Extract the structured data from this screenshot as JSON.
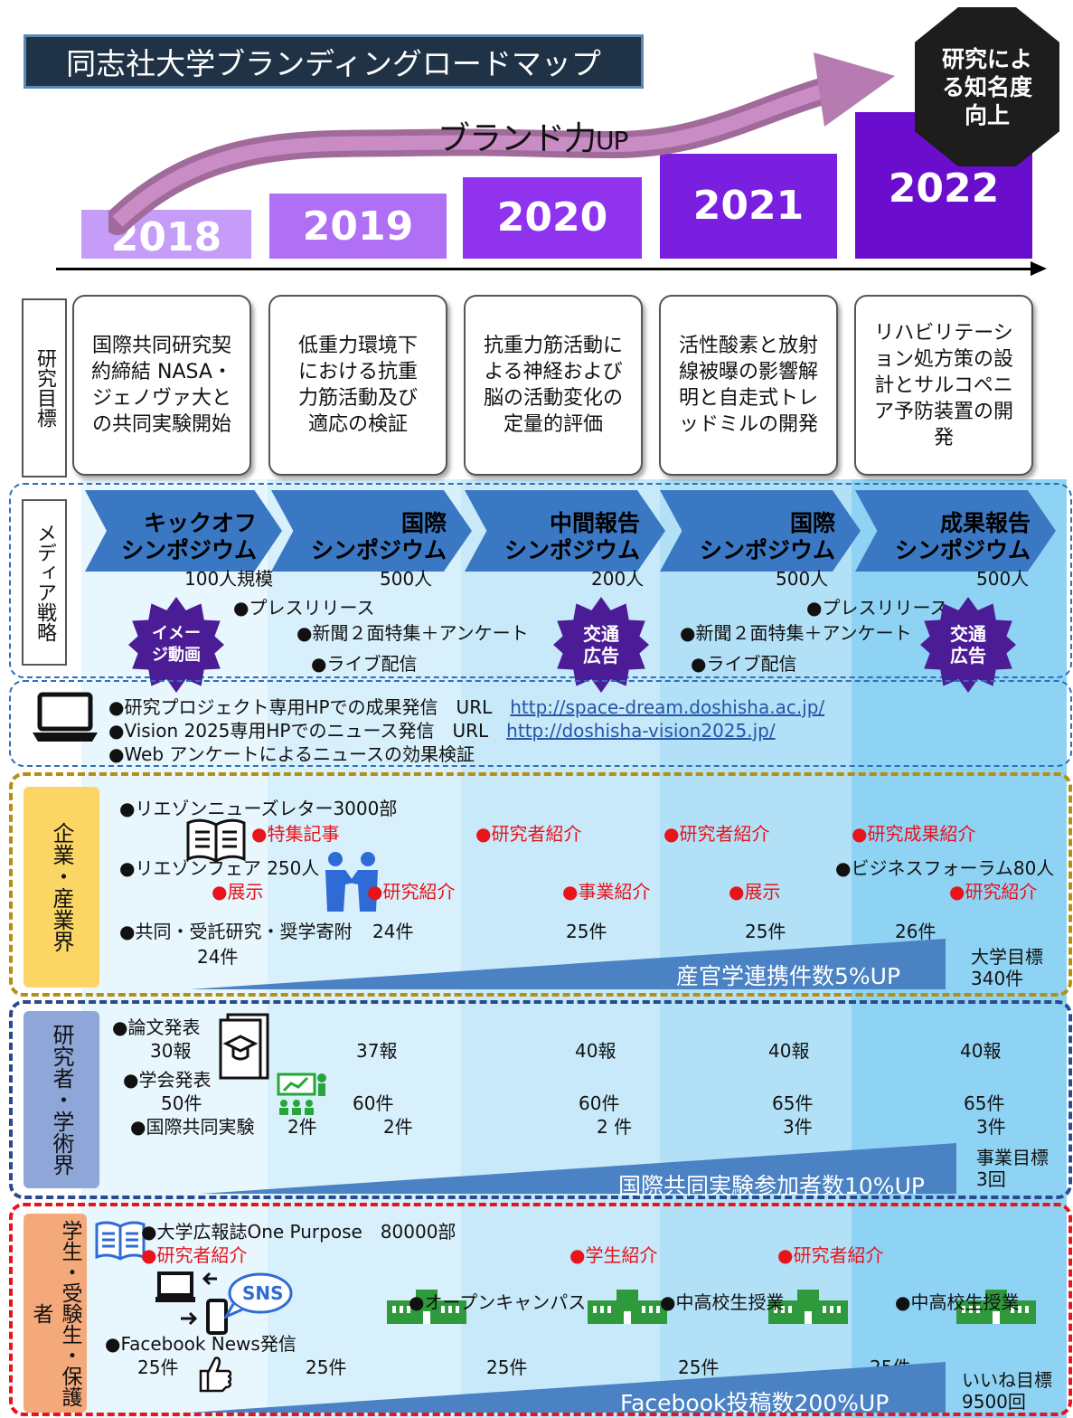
{
  "title": "同志社大学ブランディングロードマップ",
  "brand_up": {
    "main": "ブランド力",
    "suffix": "UP"
  },
  "goal_badge": "研究による知名度向上",
  "years": [
    "2018",
    "2019",
    "2020",
    "2021",
    "2022"
  ],
  "research_goal": {
    "label": "研究目標",
    "boxes": [
      "国際共同研究契約締結 NASA・ジェノヴァ大との共同実験開始",
      "低重力環境下における抗重力筋活動及び適応の検証",
      "抗重力筋活動による神経および脳の活動変化の定量的評価",
      "活性酸素と放射線被曝の影響解明と自走式トレッドミルの開発",
      "リハビリテーション処方策の設計とサルコペニア予防装置の開発"
    ]
  },
  "media": {
    "label": "メディア戦略",
    "chevrons": [
      {
        "line1": "キックオフ",
        "line2": "シンポジウム",
        "count": "100人規模"
      },
      {
        "line1": "国際",
        "line2": "シンポジウム",
        "count": "500人"
      },
      {
        "line1": "中間報告",
        "line2": "シンポジウム",
        "count": "200人"
      },
      {
        "line1": "国際",
        "line2": "シンポジウム",
        "count": "500人"
      },
      {
        "line1": "成果報告",
        "line2": "シンポジウム",
        "count": "500人"
      }
    ],
    "items": {
      "press1": "●プレスリリース",
      "news1": "●新聞２面特集＋アンケート",
      "live1": "●ライブ配信",
      "press2": "●プレスリリース",
      "news2": "●新聞２面特集＋アンケート",
      "live2": "●ライブ配信"
    },
    "stars": {
      "image_video": "イメージ動画",
      "traffic_ad1": "交通広告",
      "traffic_ad2": "交通広告"
    }
  },
  "web": {
    "line1_text": "●研究プロジェクト専用HPでの成果発信　URL",
    "line1_url": "http://space-dream.doshisha.ac.jp/",
    "line2_text": "●Vision 2025専用HPでのニュース発信　URL",
    "line2_url": "http://doshisha-vision2025.jp/",
    "line3_text": "●Web アンケートによるニュースの効果検証"
  },
  "industry": {
    "label": "企業・産業界",
    "newsletter": "●リエゾンニューズレター3000部",
    "fair": "●リエゾンフェア 250人",
    "forum": "●ビジネスフォーラム80人",
    "red": [
      "●特集記事",
      "●研究者紹介",
      "●研究者紹介",
      "●研究成果紹介",
      "●展示",
      "●研究紹介",
      "●事業紹介",
      "●展示",
      "●研究紹介"
    ],
    "joint_label": "●共同・受託研究・奨学寄附",
    "joint_counts": [
      "24件",
      "24件",
      "25件",
      "25件",
      "26件"
    ],
    "wedge": "産官学連携件数5%UP",
    "target": "大学目標 340件"
  },
  "researchers": {
    "label": "研究者・学術界",
    "papers_label": "●論文発表",
    "papers": [
      "30報",
      "37報",
      "40報",
      "40報",
      "40報"
    ],
    "conf_label": "●学会発表",
    "conf": [
      "50件",
      "60件",
      "60件",
      "65件",
      "65件"
    ],
    "intl_label": "●国際共同実験",
    "intl": [
      "2件",
      "2件",
      "2 件",
      "3件",
      "3件"
    ],
    "wedge": "国際共同実験参加者数10%UP",
    "target": "事業目標 3回"
  },
  "students": {
    "label": "学生・受験生・保護者",
    "magazine": "●大学広報誌One Purpose　80000部",
    "red": [
      "●研究者紹介",
      "●学生紹介",
      "●研究者紹介"
    ],
    "open_campus": "●オープンキャンパス",
    "class1": "●中高校生授業",
    "class2": "●中高校生授業",
    "sns": "SNS",
    "fb_label": "●Facebook News発信",
    "fb": [
      "25件",
      "25件",
      "25件",
      "25件",
      "25件"
    ],
    "wedge": "Facebook投稿数200%UP",
    "target": "いいね目標 9500回"
  },
  "colors": {
    "dark_purple": "#6a0dcc",
    "mid_purple": "#9a4cf2",
    "light_purple": "#c59cf7",
    "blue_chevron": "#3b78c4",
    "red": "#e8131b",
    "navy": "#1f3246"
  }
}
